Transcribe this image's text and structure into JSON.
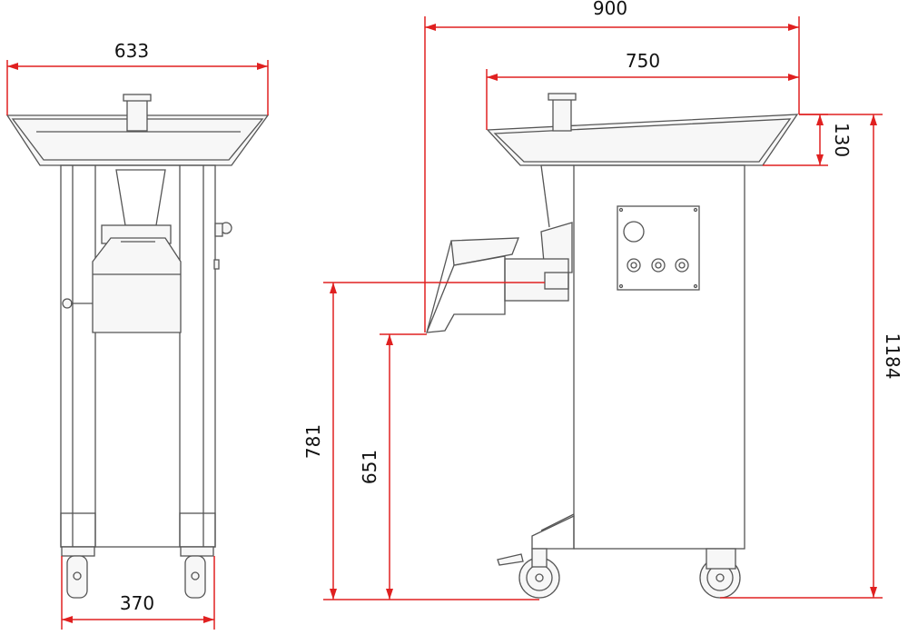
{
  "dimensions": {
    "front_width": "633",
    "front_wheelbase": "370",
    "side_depth": "900",
    "side_tray_length": "750",
    "tray_height": "130",
    "total_height": "1184",
    "outlet_upper_height": "781",
    "outlet_lower_height": "651"
  },
  "colors": {
    "dimension_line": "#e02020",
    "outline": "#555555",
    "text": "#111111"
  }
}
